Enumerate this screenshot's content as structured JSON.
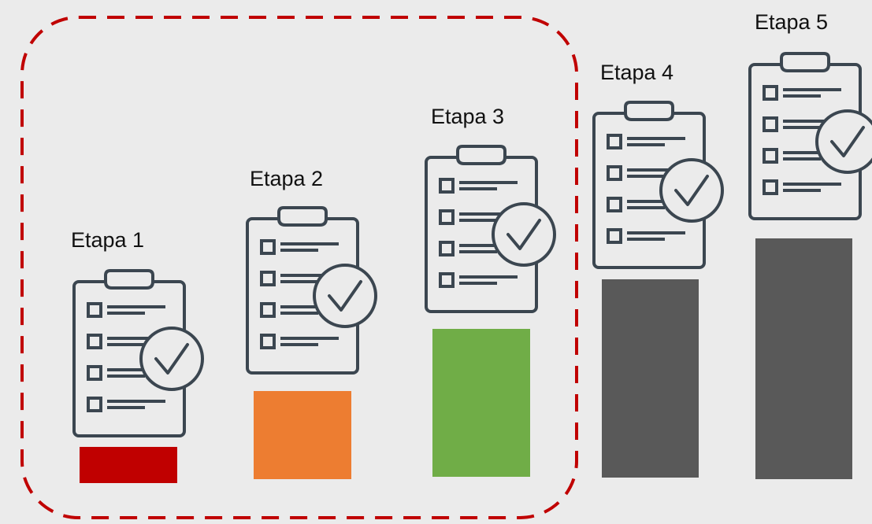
{
  "colors": {
    "stage_1": "#c00000",
    "stage_2": "#ed7d31",
    "stage_3": "#70ad47",
    "stage_4": "#595959",
    "stage_5": "#595959",
    "icon_stroke": "#3b4650",
    "highlight_border": "#c00000"
  },
  "icon": "clipboard-checklist-icon",
  "stages": [
    {
      "label": "Etapa 1",
      "level": 0.16
    },
    {
      "label": "Etapa 2",
      "level": 0.36
    },
    {
      "label": "Etapa 3",
      "level": 0.6
    },
    {
      "label": "Etapa 4",
      "level": 0.8
    },
    {
      "label": "Etapa 5",
      "level": 1.0
    }
  ],
  "highlight": {
    "covers_stages": [
      "Etapa 1",
      "Etapa 2",
      "Etapa 3"
    ],
    "style": "dashed"
  }
}
